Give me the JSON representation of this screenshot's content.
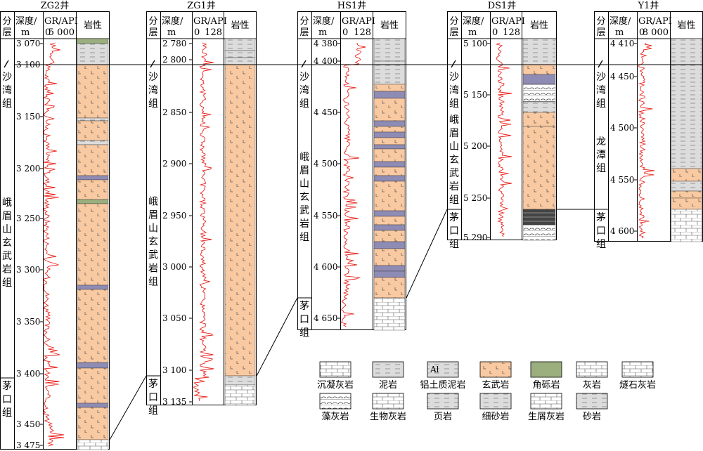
{
  "headers": {
    "layer": [
      "分",
      "层"
    ],
    "depth": [
      "深度/",
      "m"
    ],
    "gr": "GR/API",
    "litho": "岩性"
  },
  "wells": [
    {
      "name": "ZG2井",
      "gr_min": "0",
      "gr_max": "5 000",
      "depth_ticks": [
        "3 070",
        "3 100",
        "3 150",
        "3 200",
        "3 250",
        "3 300",
        "3 350",
        "3 400",
        "3 450",
        "3 475"
      ],
      "formations": [
        {
          "name": "沙湾组",
          "chars": [
            "沙",
            "湾",
            "组"
          ]
        },
        {
          "name": "峨眉山玄武岩组",
          "chars": [
            "峨",
            "眉",
            "山",
            "玄",
            "武",
            "岩",
            "组"
          ]
        },
        {
          "name": "茅口组",
          "chars": [
            "茅",
            "口",
            "组"
          ]
        }
      ]
    },
    {
      "name": "ZG1井",
      "gr_min": "0",
      "gr_max": "128",
      "depth_ticks": [
        "2 780",
        "2 800",
        "2 850",
        "2 900",
        "2 950",
        "3 000",
        "3 050",
        "3 100",
        "3 135"
      ],
      "formations": [
        {
          "name": "沙湾组",
          "chars": [
            "沙",
            "湾",
            "组"
          ]
        },
        {
          "name": "峨眉山玄武岩组",
          "chars": [
            "峨",
            "眉",
            "山",
            "玄",
            "武",
            "岩",
            "组"
          ]
        },
        {
          "name": "茅口组",
          "chars": [
            "茅",
            "口",
            "组"
          ]
        }
      ]
    },
    {
      "name": "HS1井",
      "gr_min": "0",
      "gr_max": "128",
      "depth_ticks": [
        "4 380",
        "4 400",
        "4 450",
        "4 500",
        "4 550",
        "4 600",
        "4 650"
      ],
      "formations": [
        {
          "name": "沙湾组",
          "chars": [
            "沙",
            "湾",
            "组"
          ]
        },
        {
          "name": "峨眉山玄武岩组",
          "chars": [
            "峨",
            "眉",
            "山",
            "玄",
            "武",
            "岩",
            "组"
          ]
        },
        {
          "name": "茅口组",
          "chars": [
            "茅",
            "口",
            "组"
          ]
        }
      ]
    },
    {
      "name": "DS1井",
      "gr_min": "0",
      "gr_max": "128",
      "depth_ticks": [
        "5 100",
        "5 150",
        "5 200",
        "5 250",
        "5 290"
      ],
      "formations": [
        {
          "name": "沙湾组",
          "chars": [
            "沙",
            "湾",
            "组"
          ]
        },
        {
          "name": "峨眉山玄武岩组",
          "chars": [
            "峨",
            "眉",
            "山",
            "玄",
            "武",
            "岩",
            "组"
          ]
        },
        {
          "name": "茅口组",
          "chars": [
            "茅",
            "口",
            "组"
          ]
        }
      ]
    },
    {
      "name": "Y1井",
      "gr_min": "0",
      "gr_max": "8 000",
      "depth_ticks": [
        "4 410",
        "4 450",
        "4 500",
        "4 550",
        "4 600"
      ],
      "formations": [
        {
          "name": "沙湾组",
          "chars": [
            "沙",
            "湾",
            "组"
          ]
        },
        {
          "name": "龙潭组",
          "chars": [
            "龙",
            "潭",
            "组"
          ]
        },
        {
          "name": "茅口组",
          "chars": [
            "茅",
            "口",
            "组"
          ]
        }
      ]
    }
  ],
  "legend": [
    {
      "key": "tuff-limestone",
      "label": "沉凝灰岩"
    },
    {
      "key": "mudstone",
      "label": "泥岩"
    },
    {
      "key": "bauxitic-mudstone",
      "label": "铝土质泥岩"
    },
    {
      "key": "basalt",
      "label": "玄武岩"
    },
    {
      "key": "breccia",
      "label": "角砾岩"
    },
    {
      "key": "limestone",
      "label": "灰岩"
    },
    {
      "key": "flint-limestone",
      "label": "燧石灰岩"
    },
    {
      "key": "algal-limestone",
      "label": "藻灰岩"
    },
    {
      "key": "bioclastic-limestone",
      "label": "生物灰岩"
    },
    {
      "key": "shale",
      "label": "页岩"
    },
    {
      "key": "siltstone",
      "label": "细砂岩"
    },
    {
      "key": "bioclast-limestone2",
      "label": "生屑灰岩"
    },
    {
      "key": "sandstone",
      "label": "砂岩"
    }
  ],
  "bauxite_mark": "Al",
  "colors": {
    "basalt": "#f9c9a1",
    "tuff": "#8e8bb4",
    "mud": "#d3d3d3",
    "breccia": "#9aae7e",
    "log": "#e8221c",
    "line": "#000000"
  }
}
